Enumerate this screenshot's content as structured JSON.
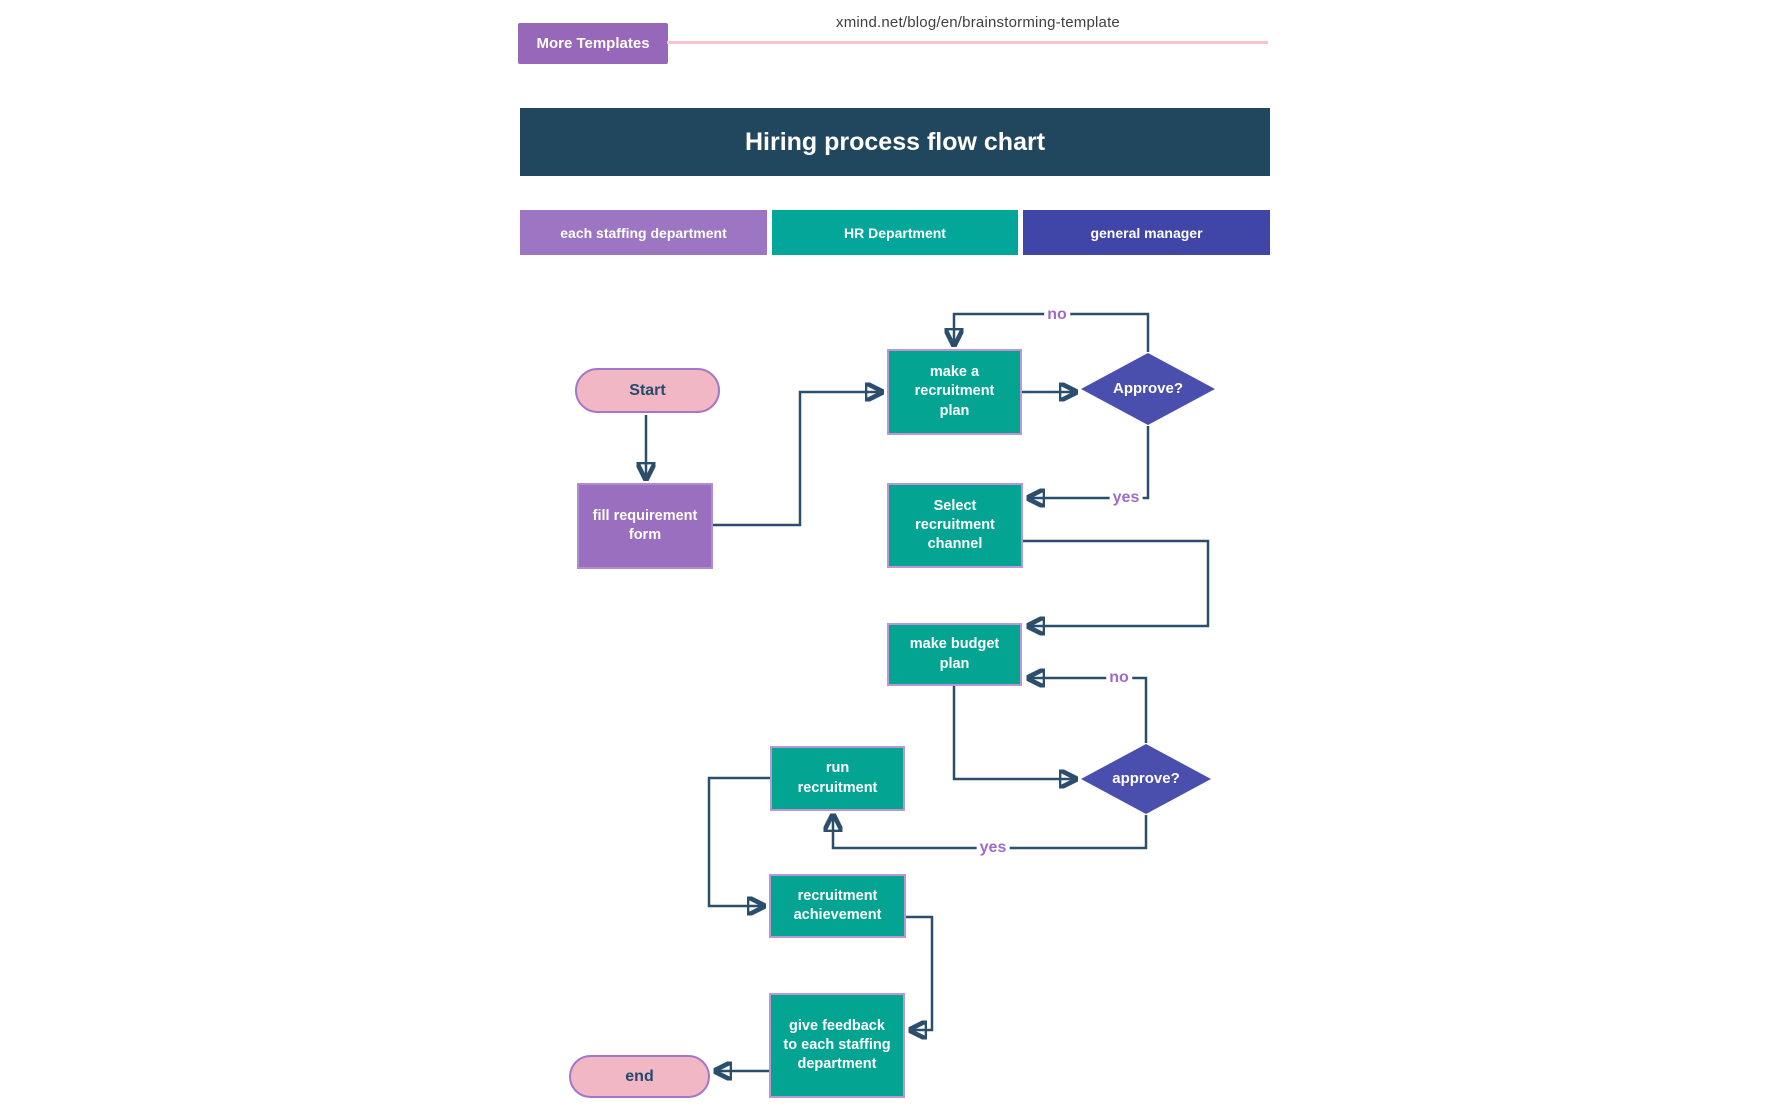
{
  "toolbar": {
    "more_templates_label": "More Templates",
    "url": "xmind.net/blog/en/brainstorming-template"
  },
  "header": {
    "title": "Hiring process flow chart"
  },
  "lanes": [
    {
      "label": "each staffing department",
      "color": "#9c76c3"
    },
    {
      "label": "HR Department",
      "color": "#03a79a"
    },
    {
      "label": "general manager",
      "color": "#4046a8"
    }
  ],
  "flowchart": {
    "nodes": {
      "start": {
        "label": "Start",
        "shape": "terminator"
      },
      "fill_form": {
        "label": "fill requirement form",
        "shape": "process"
      },
      "make_plan": {
        "label": "make a recruitment plan",
        "shape": "process"
      },
      "approve1": {
        "label": "Approve?",
        "shape": "decision"
      },
      "select_channel": {
        "label": "Select recruitment channel",
        "shape": "process"
      },
      "budget_plan": {
        "label": "make budget plan",
        "shape": "process"
      },
      "approve2": {
        "label": "approve?",
        "shape": "decision"
      },
      "run_recruitment": {
        "label": "run recruitment",
        "shape": "process"
      },
      "achievement": {
        "label": "recruitment achievement",
        "shape": "process"
      },
      "feedback": {
        "label": "give feedback to each staffing department",
        "shape": "process"
      },
      "end": {
        "label": "end",
        "shape": "terminator"
      }
    },
    "edge_labels": {
      "approve1_no": "no",
      "approve1_yes": "yes",
      "approve2_no": "no",
      "approve2_yes": "yes"
    }
  },
  "colors": {
    "process_teal": "#03a492",
    "process_purple": "#9a6fc0",
    "decision_indigo": "#4a4fae",
    "terminator_pink": "#f2b7c4",
    "title_navy": "#21475f",
    "connector_navy": "#2c4e6d",
    "edge_label_purple": "#a06cc5",
    "accent_pink_line": "#f7c3cc"
  }
}
